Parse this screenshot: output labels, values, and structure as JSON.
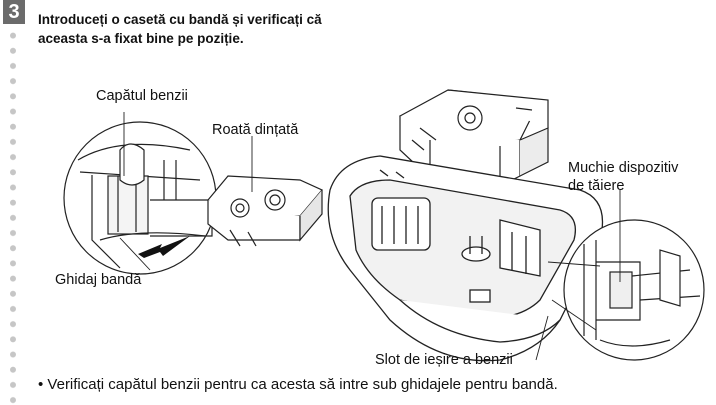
{
  "step": {
    "number": "3",
    "title": "Introduceți o casetă cu bandă și verificați că aceasta s-a fixat bine pe poziție."
  },
  "labels": {
    "tape_end": "Capătul benzii",
    "gear": "Roată dințată",
    "tape_guide": "Ghidaj bandă",
    "cutter_edge_1": "Muchie dispozitiv",
    "cutter_edge_2": "de tăiere",
    "tape_exit_slot": "Slot de ieșire a benzii"
  },
  "bullet": "• Verificați capătul benzii pentru ca acesta să intre sub ghidajele pentru bandă."
}
